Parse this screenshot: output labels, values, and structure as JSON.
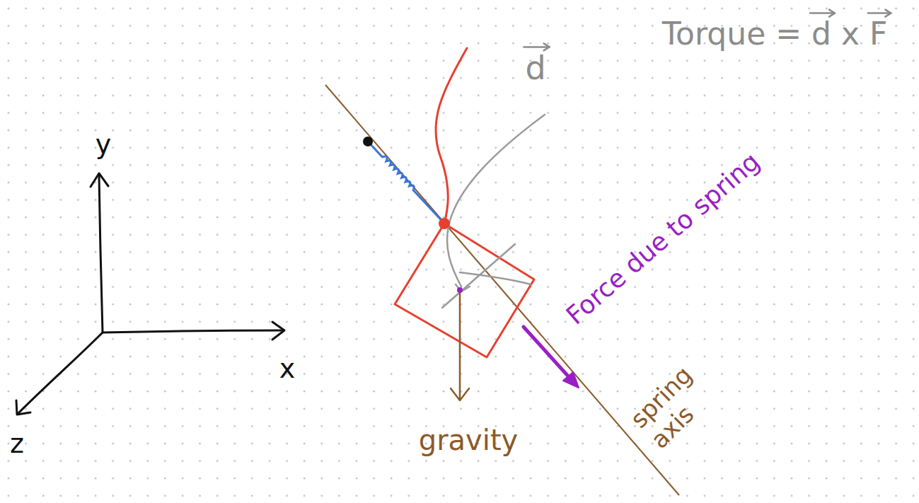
{
  "diagram": {
    "labels": [
      "Torque = d x F",
      "d",
      "y",
      "Force due to spring",
      "x",
      "spring axis",
      "gravity",
      "z"
    ]
  }
}
